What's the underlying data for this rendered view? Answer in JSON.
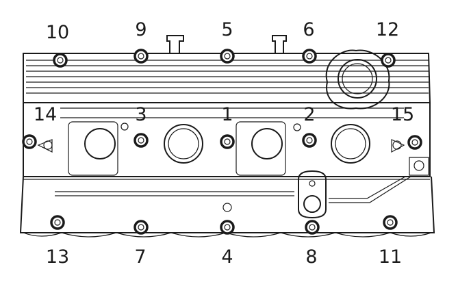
{
  "bolt_labels": [
    "10",
    "9",
    "5",
    "6",
    "12",
    "14",
    "3",
    "1",
    "2",
    "15",
    "13",
    "7",
    "4",
    "8",
    "11"
  ]
}
